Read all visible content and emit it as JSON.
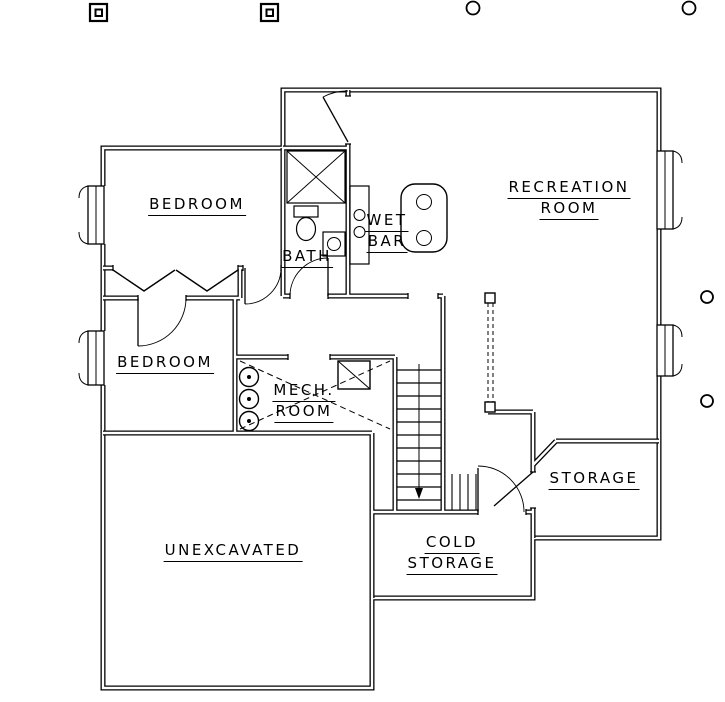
{
  "rooms": {
    "bedroom1": {
      "label": "BEDROOM"
    },
    "recreation": {
      "line1": "RECREATION",
      "line2": "ROOM"
    },
    "wetbar": {
      "line1": "WET",
      "line2": "BAR"
    },
    "bath": {
      "label": "BATH"
    },
    "bedroom2": {
      "label": "BEDROOM"
    },
    "mech": {
      "line1": "MECH.",
      "line2": "ROOM"
    },
    "storage": {
      "label": "STORAGE"
    },
    "unexcavated": {
      "label": "UNEXCAVATED"
    },
    "coldstorage": {
      "line1": "COLD",
      "line2": "STORAGE"
    }
  },
  "colors": {
    "ink": "#000000",
    "paper": "#ffffff"
  }
}
